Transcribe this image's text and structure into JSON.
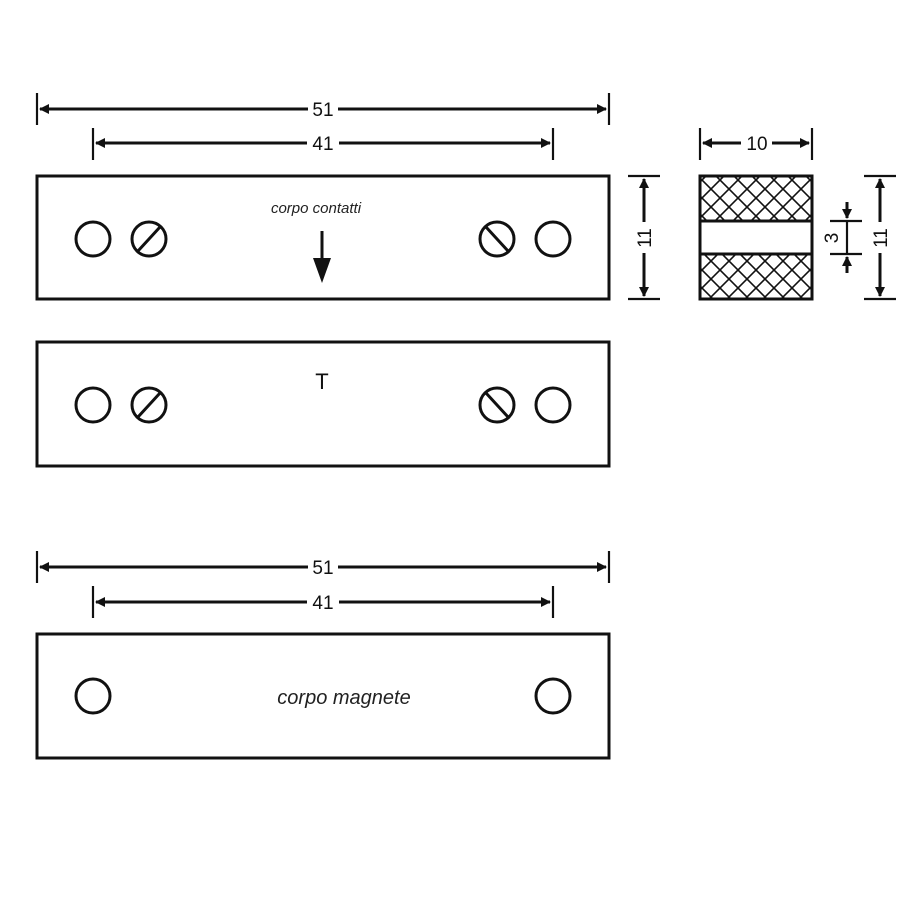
{
  "contact_body": {
    "label": "corpo contatti",
    "overall_length": "51",
    "hole_spacing": "41",
    "height": "11",
    "holes": [
      "open-hole",
      "screw-slot",
      "screw-slot",
      "open-hole"
    ]
  },
  "contact_body_bottom": {
    "label": "T",
    "holes": [
      "open-hole",
      "screw-slot",
      "screw-slot",
      "open-hole"
    ]
  },
  "section_view": {
    "width": "10",
    "height": "11",
    "gap": "3"
  },
  "magnet_body": {
    "label": "corpo magnete",
    "overall_length": "51",
    "hole_spacing": "41",
    "holes": [
      "open-hole",
      "open-hole"
    ]
  },
  "colors": {
    "stroke": "#111111",
    "fill": "#ffffff"
  }
}
